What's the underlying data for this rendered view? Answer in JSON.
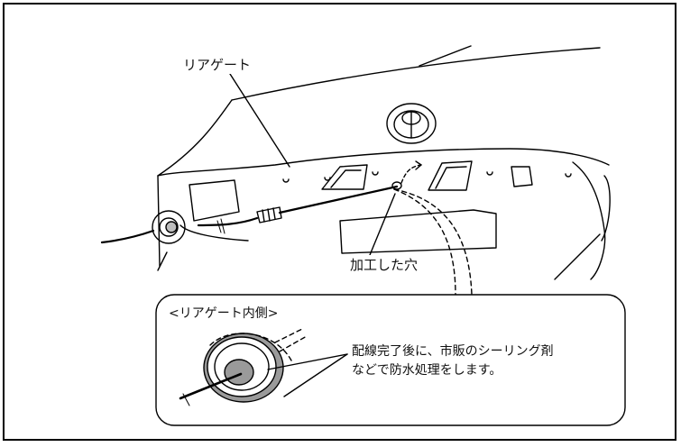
{
  "labels": {
    "liftgate": "リアゲート",
    "drilled_hole": "加工した穴",
    "inner_view_title": "<リアゲート内側>"
  },
  "note": {
    "line1": "配線完了後に、市販のシーリング剤",
    "line2": "などで防水処理をします。"
  },
  "icons": {
    "emblem": "toyota-emblem-icon"
  }
}
